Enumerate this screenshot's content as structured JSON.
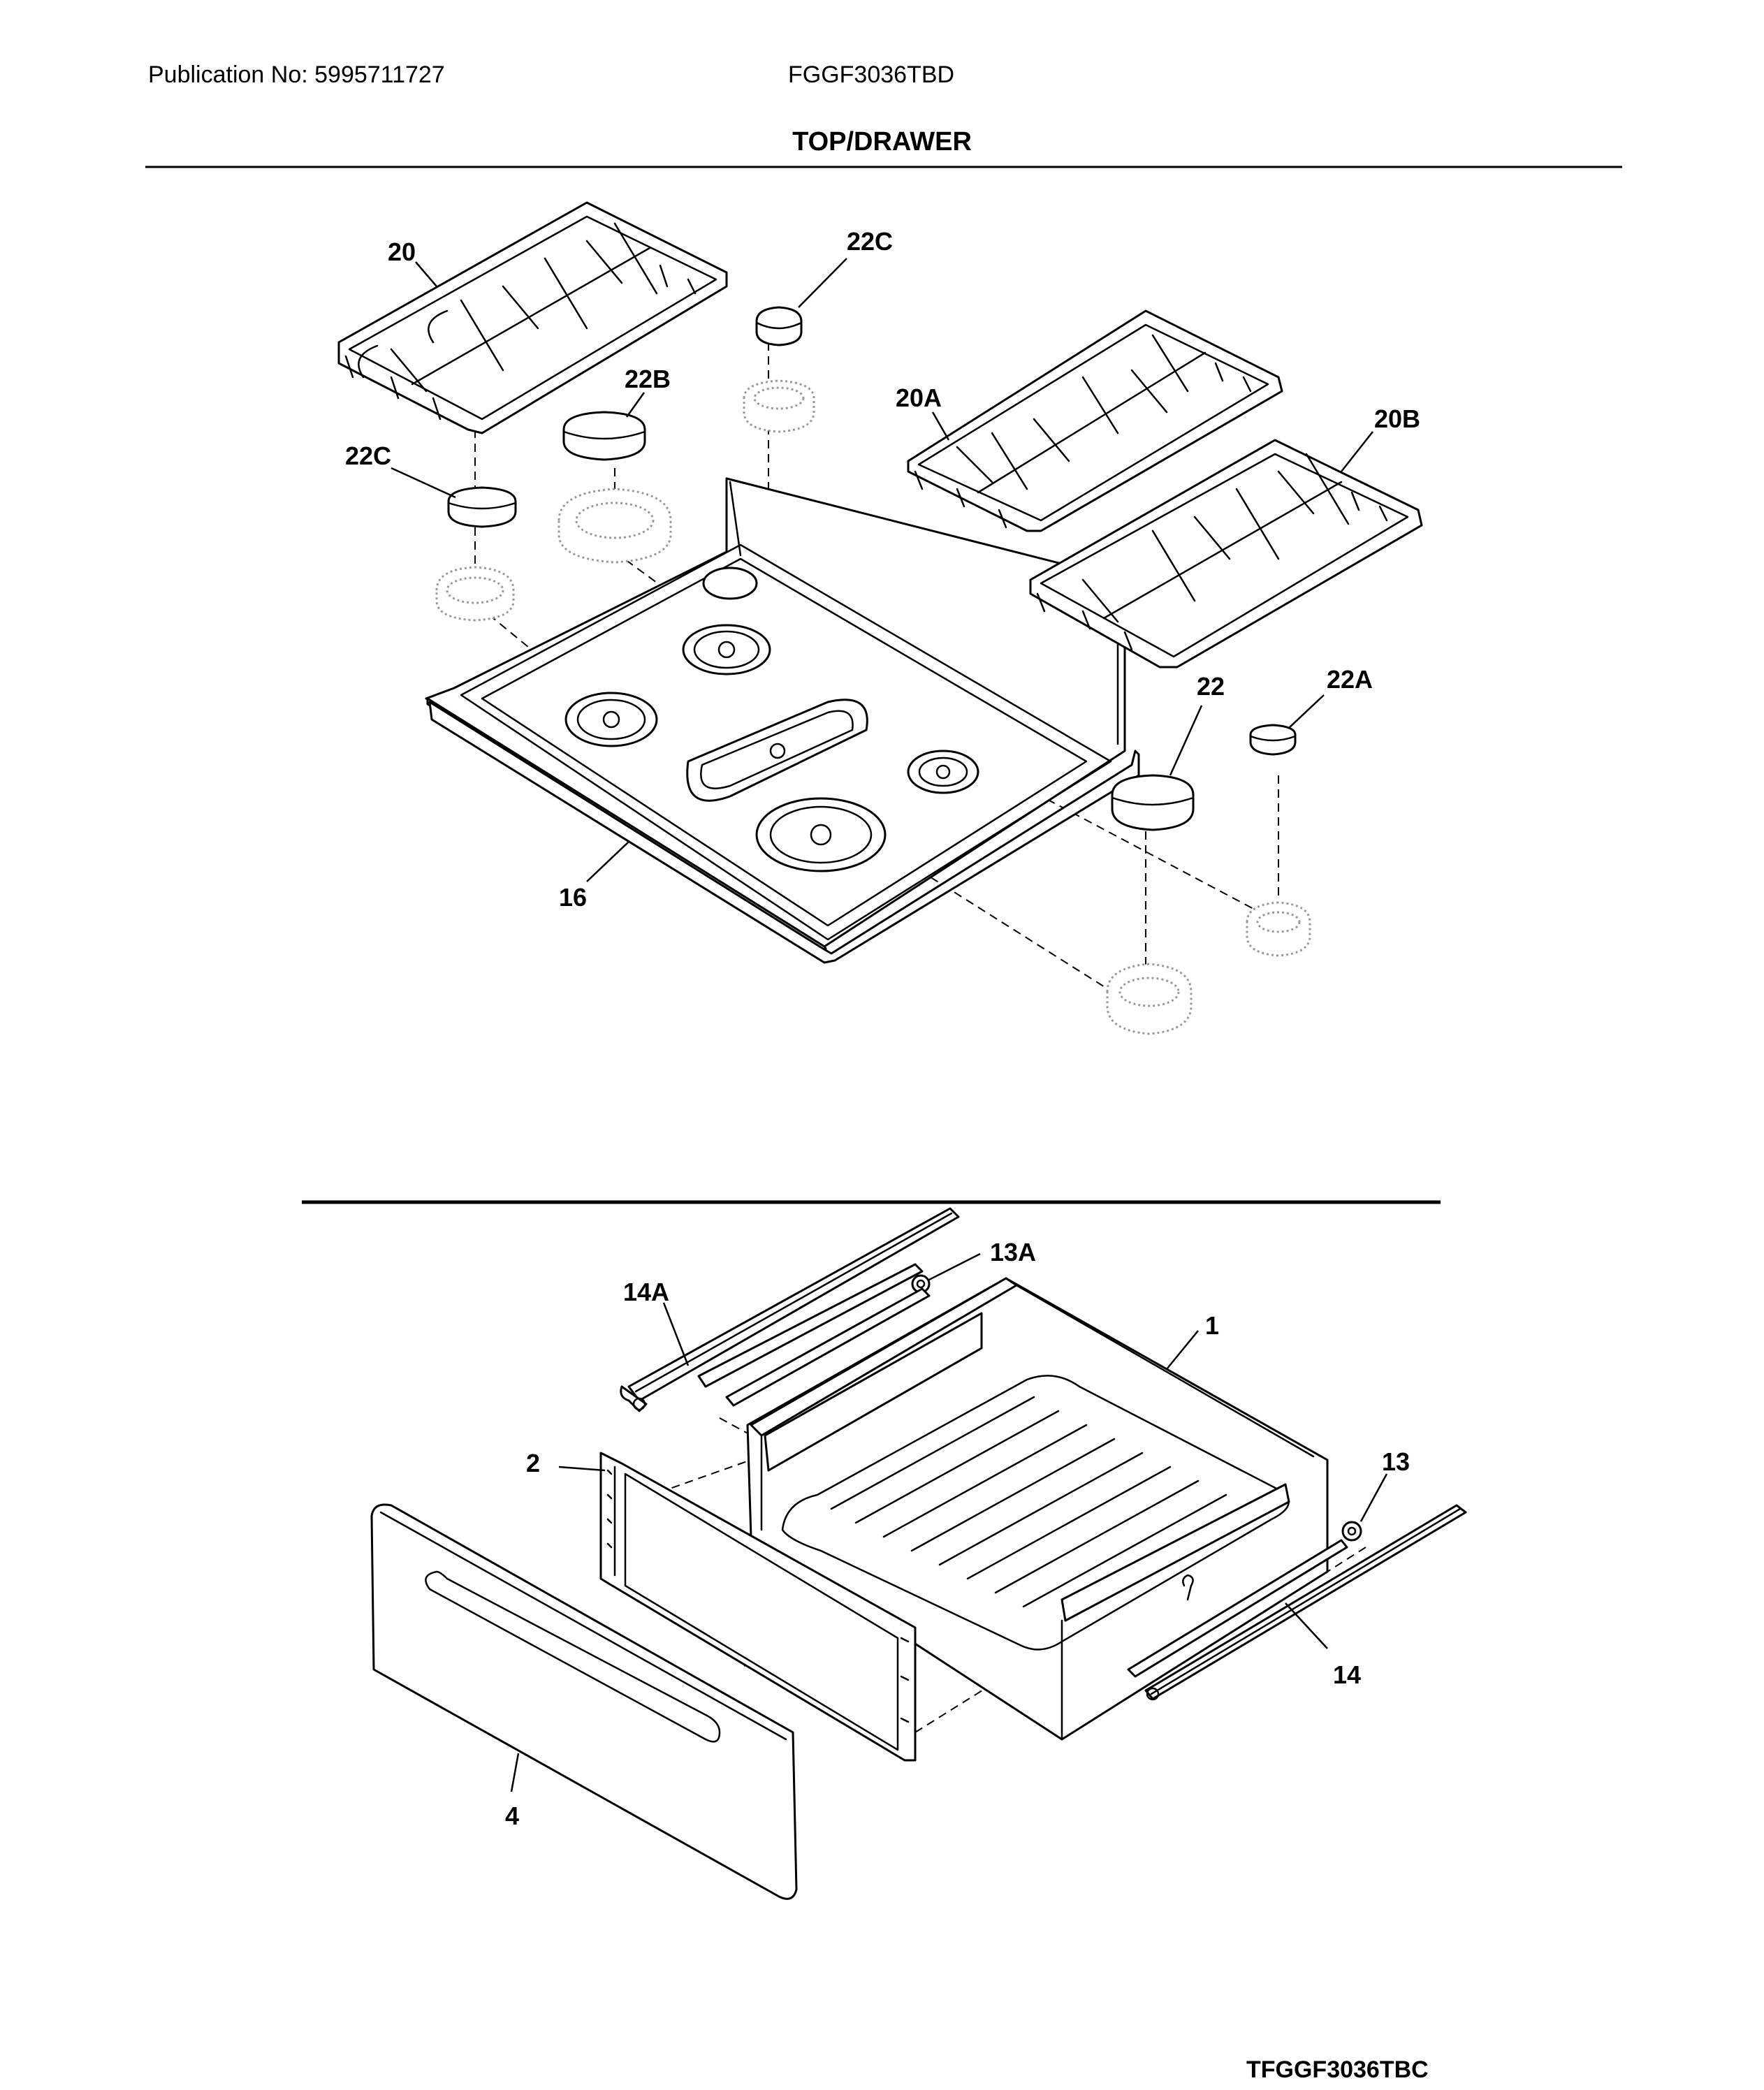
{
  "header": {
    "publication": "Publication No: 5995711727",
    "model": "FGGF3036TBD",
    "section_title": "TOP/DRAWER"
  },
  "footer": {
    "diagram_code": "TFGGF3036TBC"
  },
  "callouts": {
    "grate_left": "20",
    "grate_mid": "20A",
    "grate_right": "20B",
    "cap_22c_top": "22C",
    "cap_22c_left": "22C",
    "cap_22b": "22B",
    "cap_22": "22",
    "cap_22a": "22A",
    "cooktop": "16",
    "drawer_body": "1",
    "drawer_liner": "2",
    "drawer_panel": "4",
    "roller_13": "13",
    "roller_13a": "13A",
    "slide_14": "14",
    "slide_14a": "14A"
  }
}
